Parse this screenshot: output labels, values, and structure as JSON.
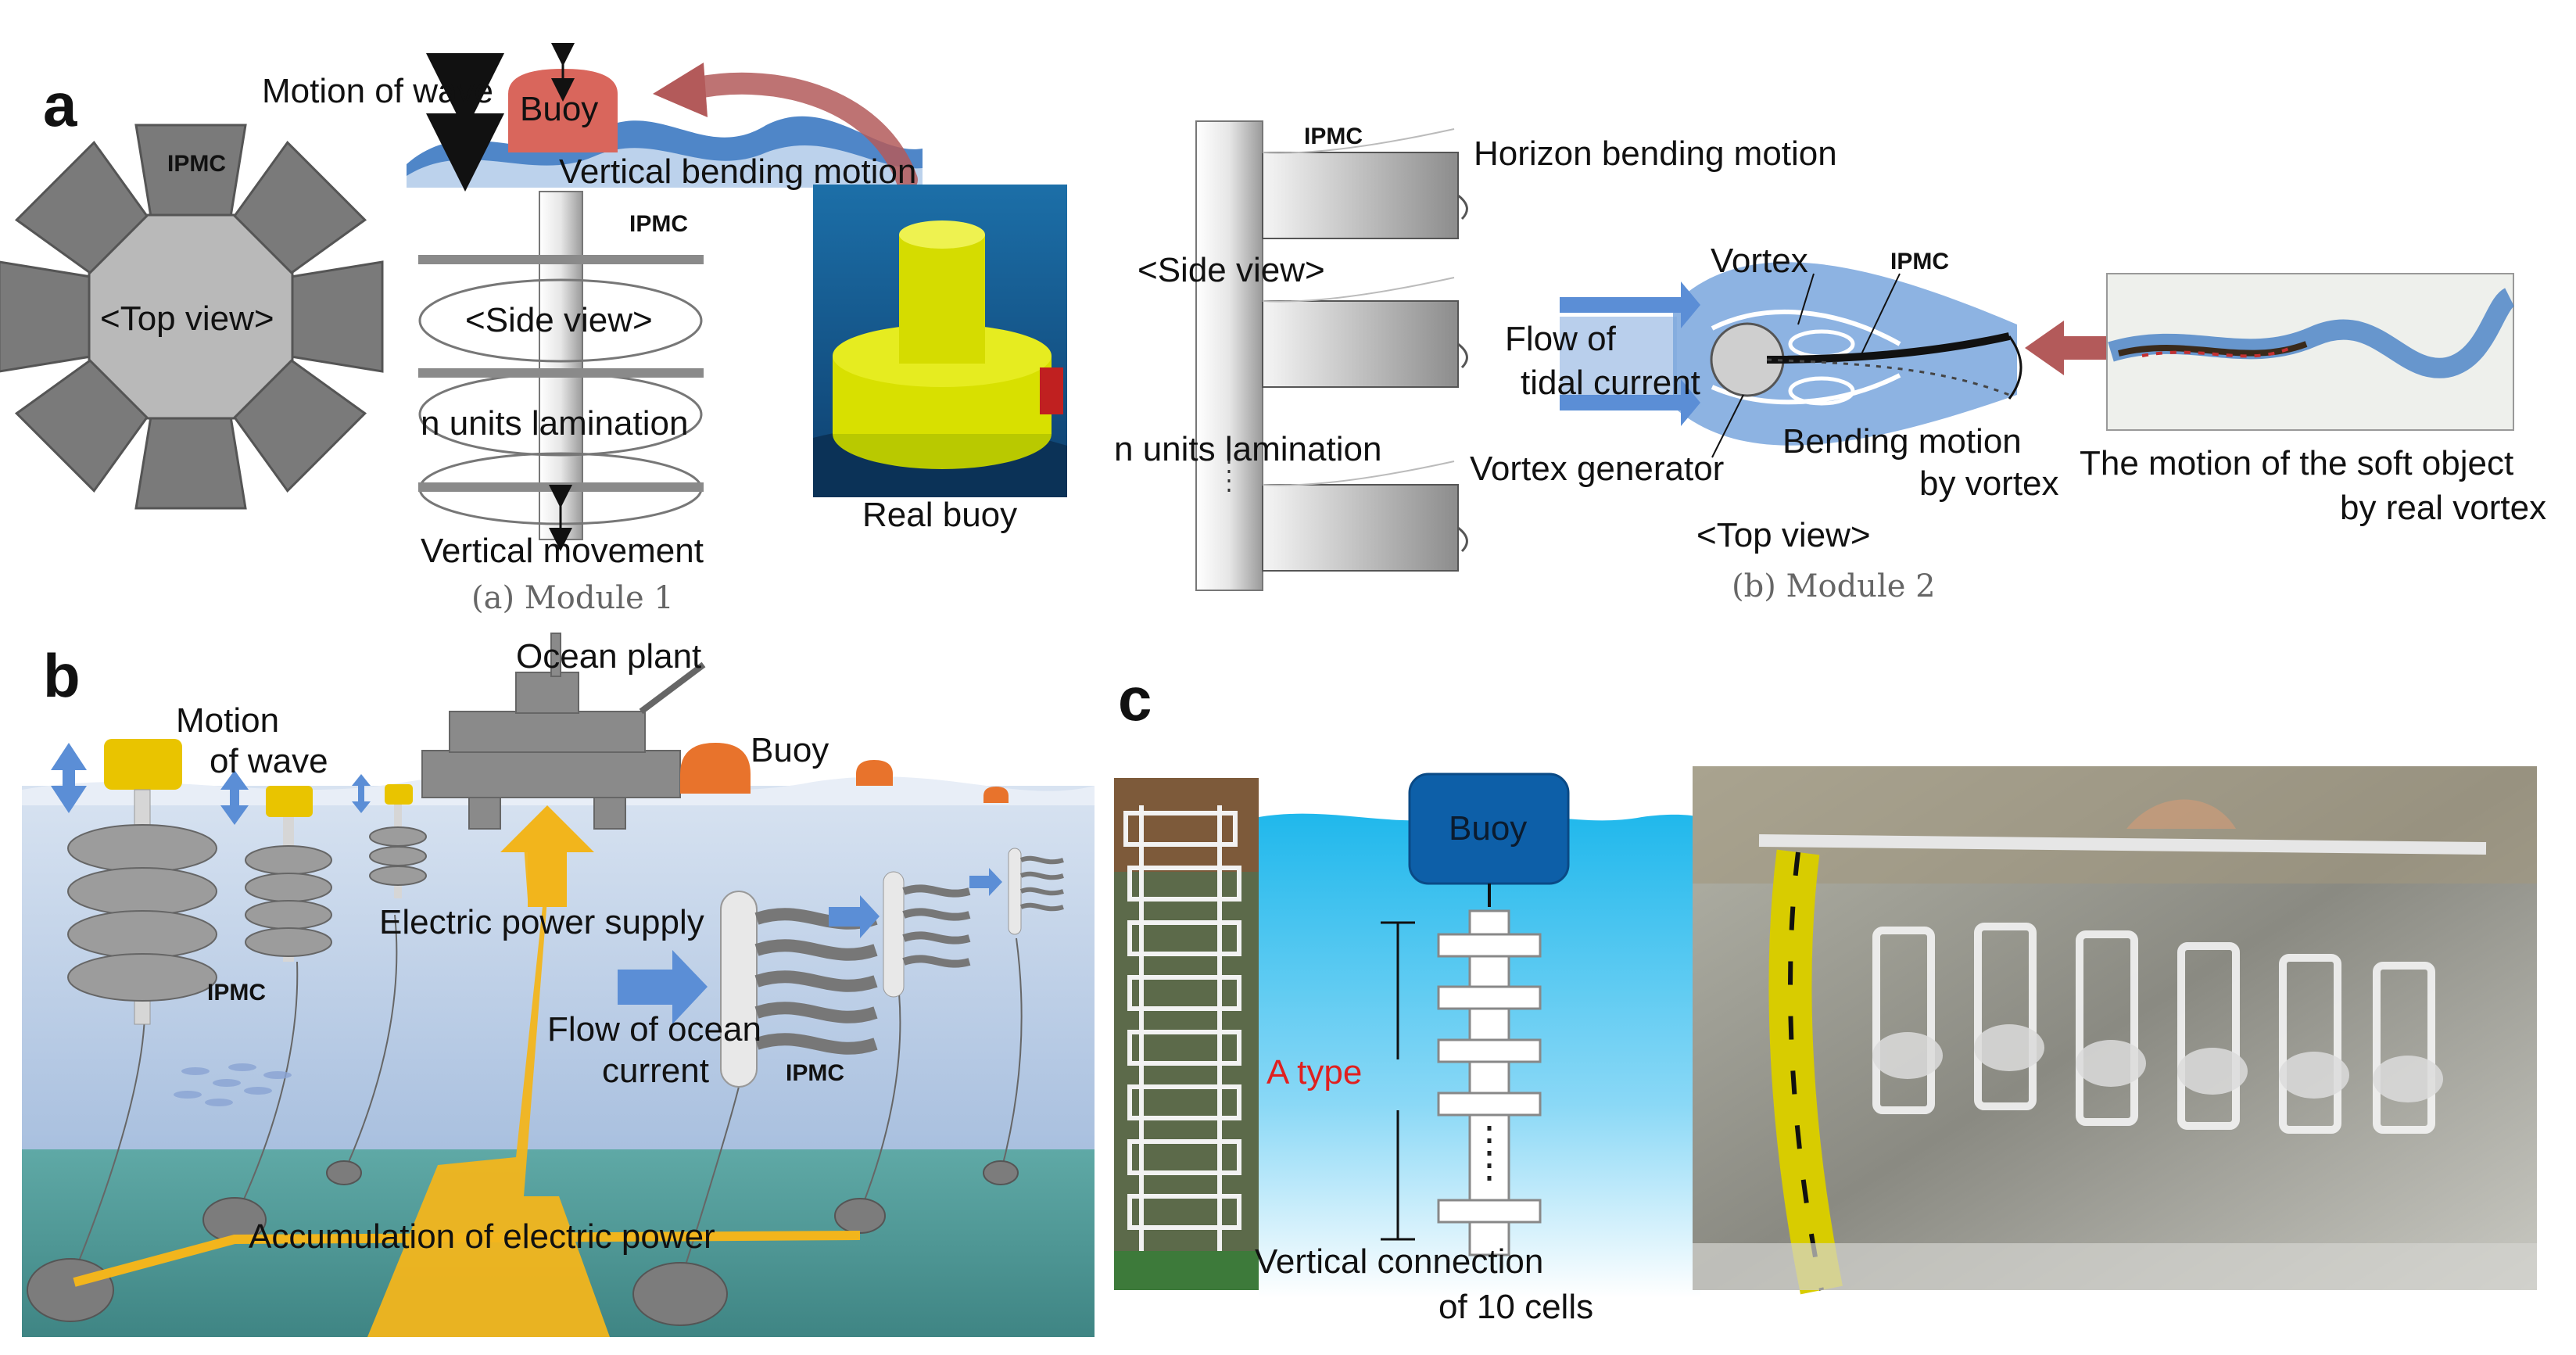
{
  "panels": {
    "a": "a",
    "b": "b",
    "c": "c"
  },
  "module1": {
    "motion_of_wave": "Motion of wave",
    "buoy": "Buoy",
    "vertical_bending_motion": "Vertical bending motion",
    "ipmc_top": "IPMC",
    "top_view": "<Top view>",
    "ipmc_side": "IPMC",
    "side_view": "<Side view>",
    "n_units_lamination": "n units lamination",
    "vertical_movement": "Vertical movement",
    "real_buoy": "Real buoy",
    "caption": "(a) Module 1"
  },
  "module2": {
    "ipmc_side": "IPMC",
    "horizon_bending_motion": "Horizon bending motion",
    "side_view": "<Side view>",
    "n_units_lamination": "n units lamination",
    "vortex": "Vortex",
    "ipmc_top": "IPMC",
    "flow_of": "Flow of",
    "tidal_current": "tidal current",
    "vortex_generator": "Vortex generator",
    "bending_motion": "Bending motion",
    "by_vortex": "by vortex",
    "top_view": "<Top view>",
    "soft_object_line1": "The motion of the soft object",
    "soft_object_line2": "by real vortex",
    "caption": "(b) Module 2"
  },
  "panel_b": {
    "motion_line1": "Motion",
    "motion_line2": "of wave",
    "ocean_plant": "Ocean plant",
    "buoy": "Buoy",
    "electric_power_supply": "Electric power supply",
    "ipmc_left": "IPMC",
    "flow_line1": "Flow of ocean",
    "flow_line2": "current",
    "ipmc_right": "IPMC",
    "accumulation": "Accumulation of electric power"
  },
  "panel_c": {
    "buoy": "Buoy",
    "a_type": "A type",
    "vertical_connection_line1": "Vertical connection",
    "vertical_connection_line2": "of 10 cells"
  },
  "colors": {
    "sea_light": "#c9d7ea",
    "seabed": "#4e9c9a",
    "power": "#f2b51c",
    "buoy_orange": "#e8732c",
    "flow_arrow": "#5b8ed6",
    "buoy_blue": "#0d5fa8",
    "c_water": "#1bb5e8"
  }
}
